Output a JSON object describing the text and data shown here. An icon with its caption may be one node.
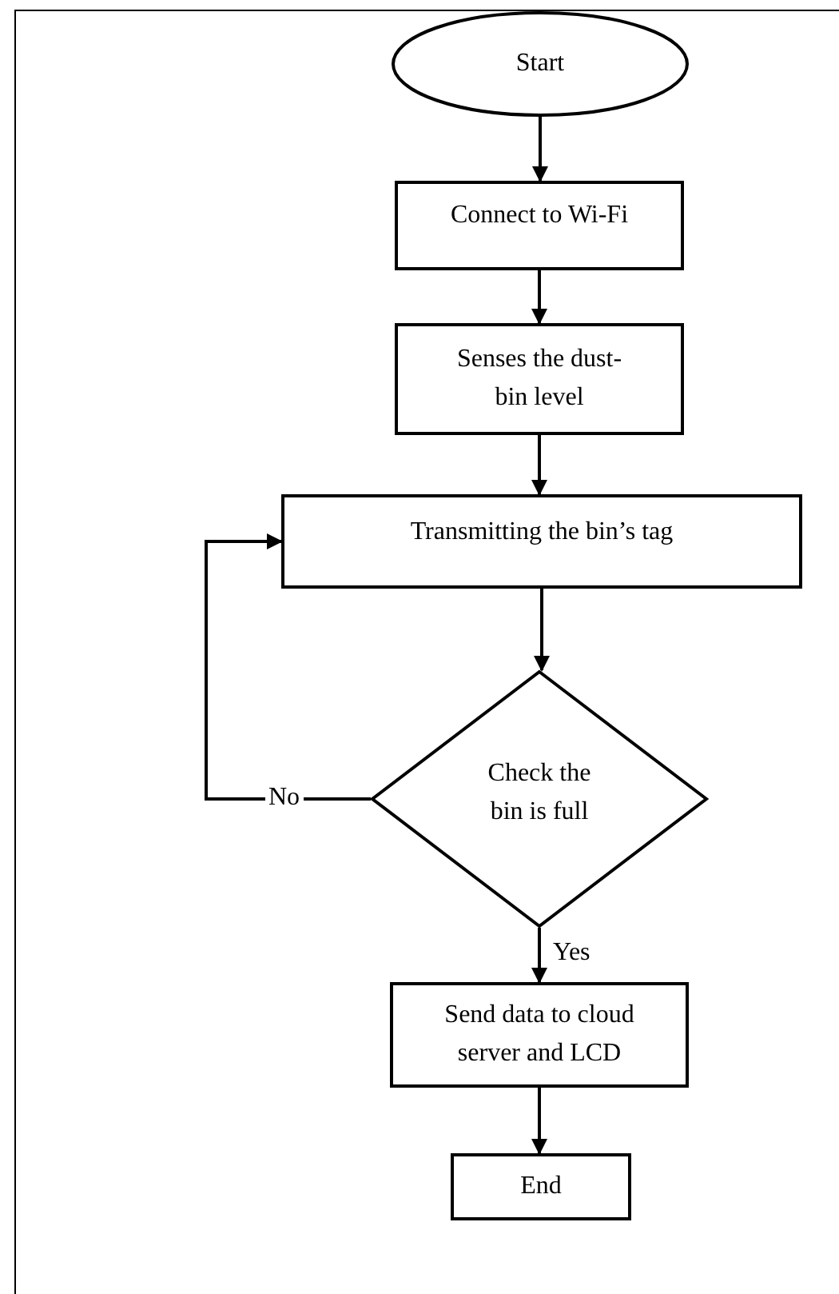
{
  "diagram": {
    "nodes": [
      {
        "text": [
          "Start"
        ]
      },
      {
        "text": [
          "Connect to Wi-Fi"
        ]
      },
      {
        "text": [
          "Senses the dust-bin level"
        ]
      },
      {
        "text": [
          "Transmitting the bin’s tag"
        ]
      },
      {
        "text": [
          "Check the bin is full"
        ]
      },
      {
        "text": [
          "Send data to cloud server and LCD"
        ]
      },
      {
        "text": [
          "End"
        ]
      }
    ],
    "edges": [
      {
        "from": 0,
        "to": 1,
        "arrow": "to"
      },
      {
        "from": 1,
        "to": 2,
        "arrow": "to"
      },
      {
        "from": 2,
        "to": 3,
        "arrow": "to"
      },
      {
        "from": 3,
        "to": 4,
        "arrow": "to"
      },
      {
        "from": 4,
        "to": 3,
        "arrow": "to",
        "label": "No"
      },
      {
        "from": 4,
        "to": 5,
        "arrow": "to",
        "label": "Yes"
      },
      {
        "from": 5,
        "to": 6,
        "arrow": "to"
      }
    ]
  }
}
